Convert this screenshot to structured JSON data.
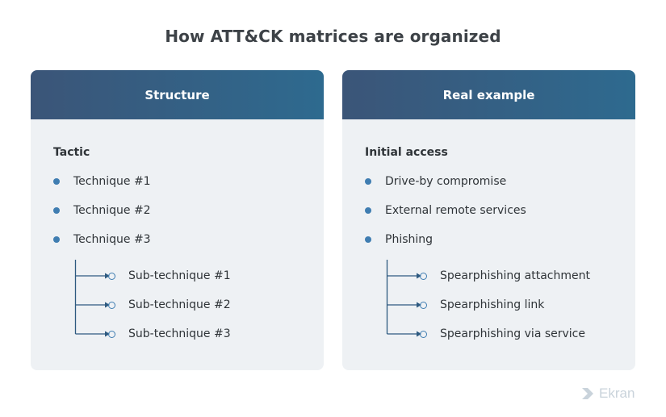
{
  "title": "How ATT&CK matrices are organized",
  "left_card": {
    "header": "Structure",
    "tactic": "Tactic",
    "techniques": [
      "Technique #1",
      "Technique #2",
      "Technique #3"
    ],
    "sub_techniques": [
      "Sub-technique #1",
      "Sub-technique #2",
      "Sub-technique #3"
    ]
  },
  "right_card": {
    "header": "Real example",
    "tactic": "Initial access",
    "techniques": [
      "Drive-by compromise",
      "External remote services",
      "Phishing"
    ],
    "sub_techniques": [
      "Spearphishing attachment",
      "Spearphishing link",
      "Spearphishing via service"
    ]
  },
  "logo": {
    "text": "Ekran"
  },
  "colors": {
    "header_start": "#3b5578",
    "header_end": "#2e6a8f",
    "card_bg": "#eef1f4",
    "bullet": "#3f7db1",
    "connector": "#2e5a80"
  }
}
